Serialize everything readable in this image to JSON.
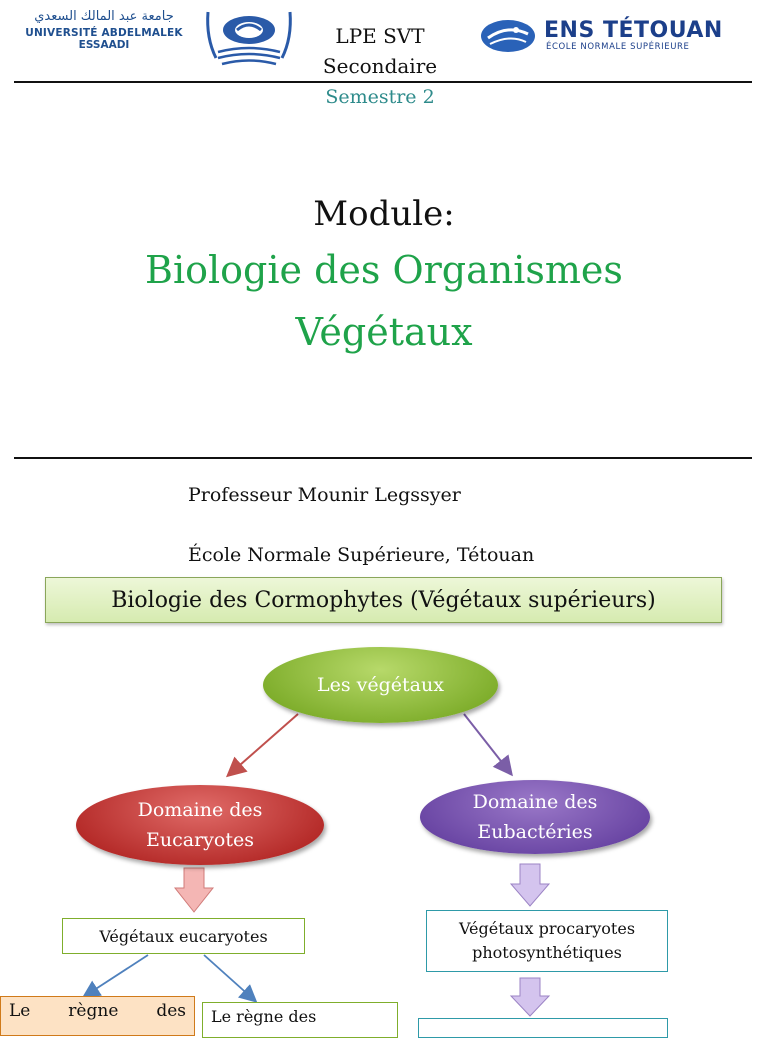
{
  "header": {
    "university_arabic": "جامعة عبد المالك السعدي",
    "university_line1": "UNIVERSITÉ ABDELMALEK",
    "university_line2": "ESSAADI",
    "ens_title": "ENS TÉTOUAN",
    "ens_subtitle": "ÉCOLE NORMALE SUPÉRIEURE",
    "program": "LPE SVT",
    "level": "Secondaire",
    "semester": "Semestre 2"
  },
  "module": {
    "label": "Module:",
    "title_line1": "Biologie  des Organismes",
    "title_line2": "Végétaux"
  },
  "author": {
    "professor": "Professeur Mounir Legssyer",
    "school": "École Normale Supérieure, Tétouan"
  },
  "diagram": {
    "banner": "Biologie des Cormophytes (Végétaux supérieurs)",
    "root": "Les végétaux",
    "left_domain_line1": "Domaine des",
    "left_domain_line2": "Eucaryotes",
    "right_domain_line1": "Domaine des",
    "right_domain_line2": "Eubactéries",
    "left_box": "Végétaux eucaryotes",
    "right_box_line1": "Végétaux procaryotes",
    "right_box_line2": "photosynthétiques",
    "regne_left_w1": "Le",
    "regne_left_w2": "règne",
    "regne_left_w3": "des",
    "regne_right": "Le règne des"
  },
  "colors": {
    "green_title": "#1fa34a",
    "semester": "#2e8b8b",
    "arrow_red": "#c0504d",
    "arrow_purple": "#7b5ea7",
    "arrow_blue": "#4f81bd",
    "block_arrow_red": "#f4b6b4",
    "block_arrow_purple": "#d4c4ee"
  }
}
